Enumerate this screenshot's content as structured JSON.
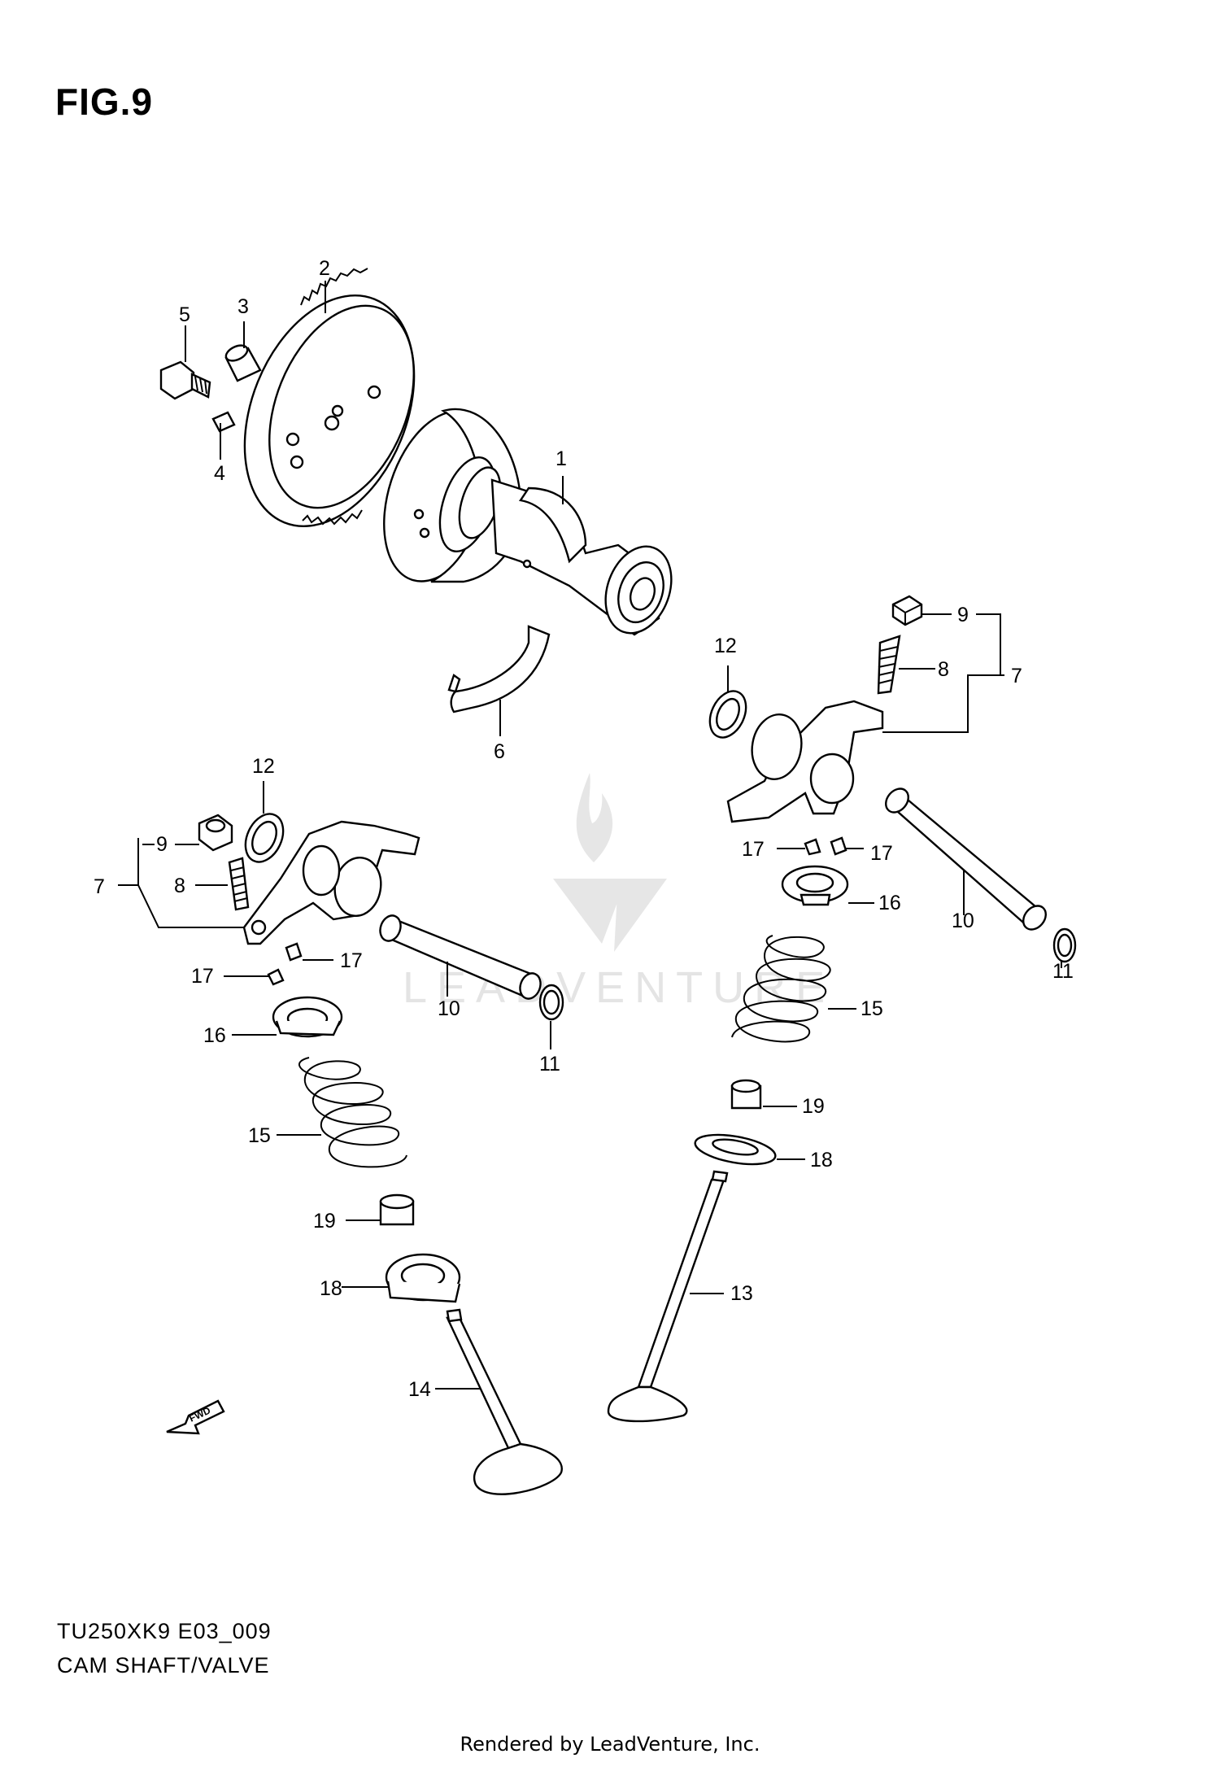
{
  "figure": {
    "title": "FIG.9",
    "model_code": "TU250XK9 E03_009",
    "name": "CAM SHAFT/VALVE",
    "rendered_by": "Rendered by LeadVenture, Inc.",
    "watermark": "LEADVENTURE",
    "fwd_label": "FWD"
  },
  "callouts": {
    "c1": "1",
    "c2": "2",
    "c3": "3",
    "c4": "4",
    "c5": "5",
    "c6": "6",
    "r_c9": "9",
    "r_c8": "8",
    "r_c7": "7",
    "r_c12": "12",
    "r_c17a": "17",
    "r_c17b": "17",
    "r_c16": "16",
    "r_c10": "10",
    "r_c11": "11",
    "r_c15": "15",
    "r_c19": "19",
    "r_c18": "18",
    "r_c13": "13",
    "l_c12": "12",
    "l_c9": "9",
    "l_c7": "7",
    "l_c8": "8",
    "l_c17a": "17",
    "l_c17b": "17",
    "l_c16": "16",
    "l_c10": "10",
    "l_c11": "11",
    "l_c15": "15",
    "l_c19": "19",
    "l_c18": "18",
    "l_c14": "14"
  }
}
